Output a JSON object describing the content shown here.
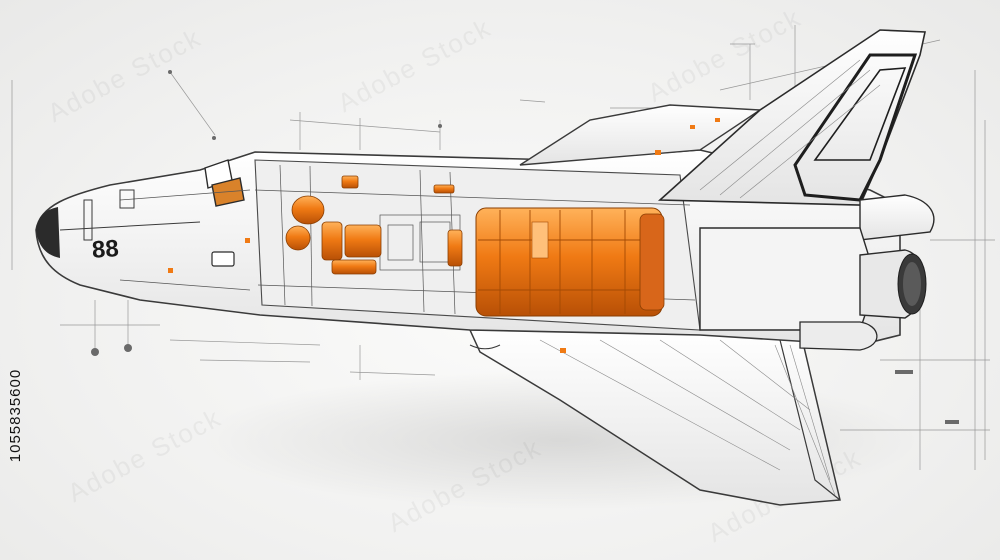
{
  "image": {
    "subject": "space-shuttle-cutaway",
    "palette": {
      "background": "#f3f3f2",
      "line": "#3a3a3a",
      "hull": "#ffffff",
      "accent": "#f07a14",
      "accent_dark": "#c85a08"
    }
  },
  "nose_marking": "88",
  "stock_id": "1055835600",
  "watermark": "Adobe Stock"
}
